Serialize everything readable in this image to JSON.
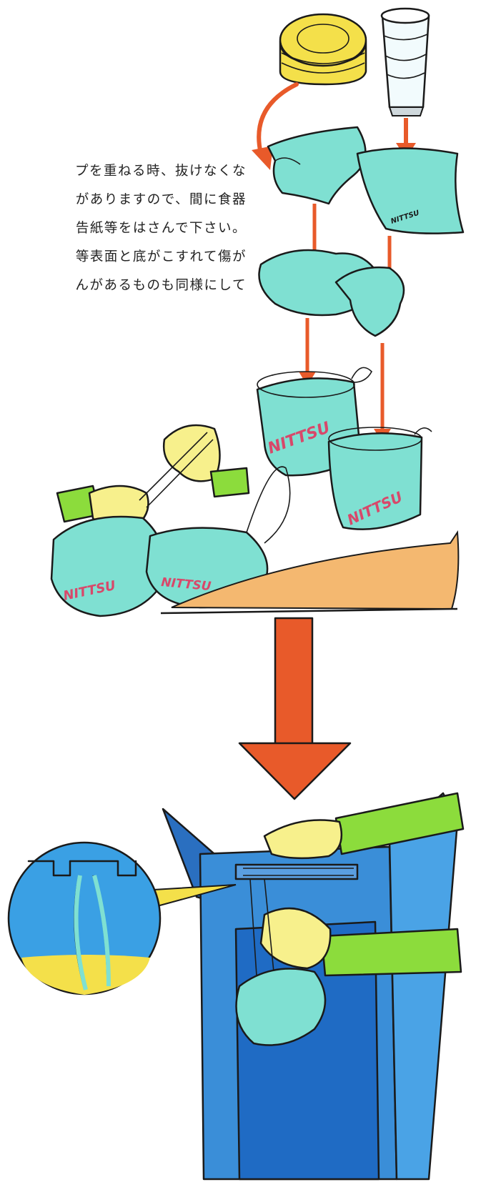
{
  "caption_lines": [
    "プを重ねる時、抜けなくな",
    "がありますので、間に食器",
    "告紙等をはさんで下さい。",
    "等表面と底がこすれて傷が",
    "んがあるものも同様にして"
  ],
  "bag_brand": "NITTSU",
  "small_bag_label": "NITTSU",
  "colors": {
    "bag_cyan": "#7fe0d2",
    "arrow_orange": "#e85a2a",
    "plate_yellow": "#f4e04a",
    "glove_green": "#8cdc3c",
    "skin_yellow": "#f7f08c",
    "box_blue": "#3a8ed8",
    "table_tan": "#f4b870",
    "brand_red": "#d8486a"
  },
  "icons": [
    "stacked-plates-illustration",
    "stacked-cups-illustration",
    "down-arrow-icon",
    "magnifier-inset"
  ]
}
